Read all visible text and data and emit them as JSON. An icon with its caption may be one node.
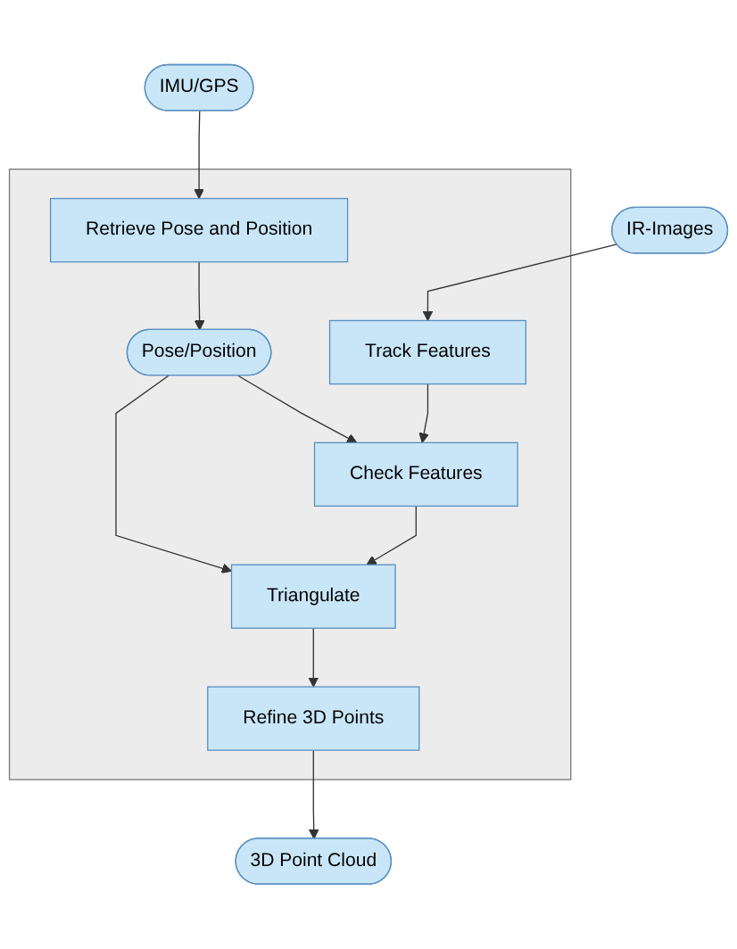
{
  "diagram": {
    "nodes": [
      {
        "text": [
          "IR-Images"
        ]
      },
      {
        "text": [
          "IMU/GPS"
        ]
      },
      {
        "text": [],
        "shape": "box"
      },
      {
        "text": [
          "Track Features"
        ],
        "in": 2
      },
      {
        "text": [
          "Retrieve Pose and Position"
        ],
        "in": 2
      },
      {
        "text": [
          "Check Features"
        ],
        "in": 2
      },
      {
        "text": [
          "Pose/Position"
        ],
        "in": 2
      },
      {
        "text": [
          "Triangulate"
        ],
        "in": 2
      },
      {
        "text": [
          "Refine 3D Points"
        ],
        "in": 2
      },
      {
        "text": [
          "3D Point Cloud"
        ]
      }
    ],
    "edges": [
      {
        "from": 0,
        "to": 3,
        "arrow": "to"
      },
      {
        "from": 1,
        "to": 4,
        "arrow": "to"
      },
      {
        "from": 3,
        "to": 5,
        "arrow": "to"
      },
      {
        "from": 4,
        "to": 6,
        "arrow": "to"
      },
      {
        "from": 6,
        "to": 5,
        "arrow": "to"
      },
      {
        "from": 6,
        "to": 7,
        "arrow": "to"
      },
      {
        "from": 5,
        "to": 7,
        "arrow": "to"
      },
      {
        "from": 7,
        "to": 8,
        "arrow": "to"
      },
      {
        "from": 8,
        "to": 9,
        "arrow": "to"
      }
    ]
  }
}
